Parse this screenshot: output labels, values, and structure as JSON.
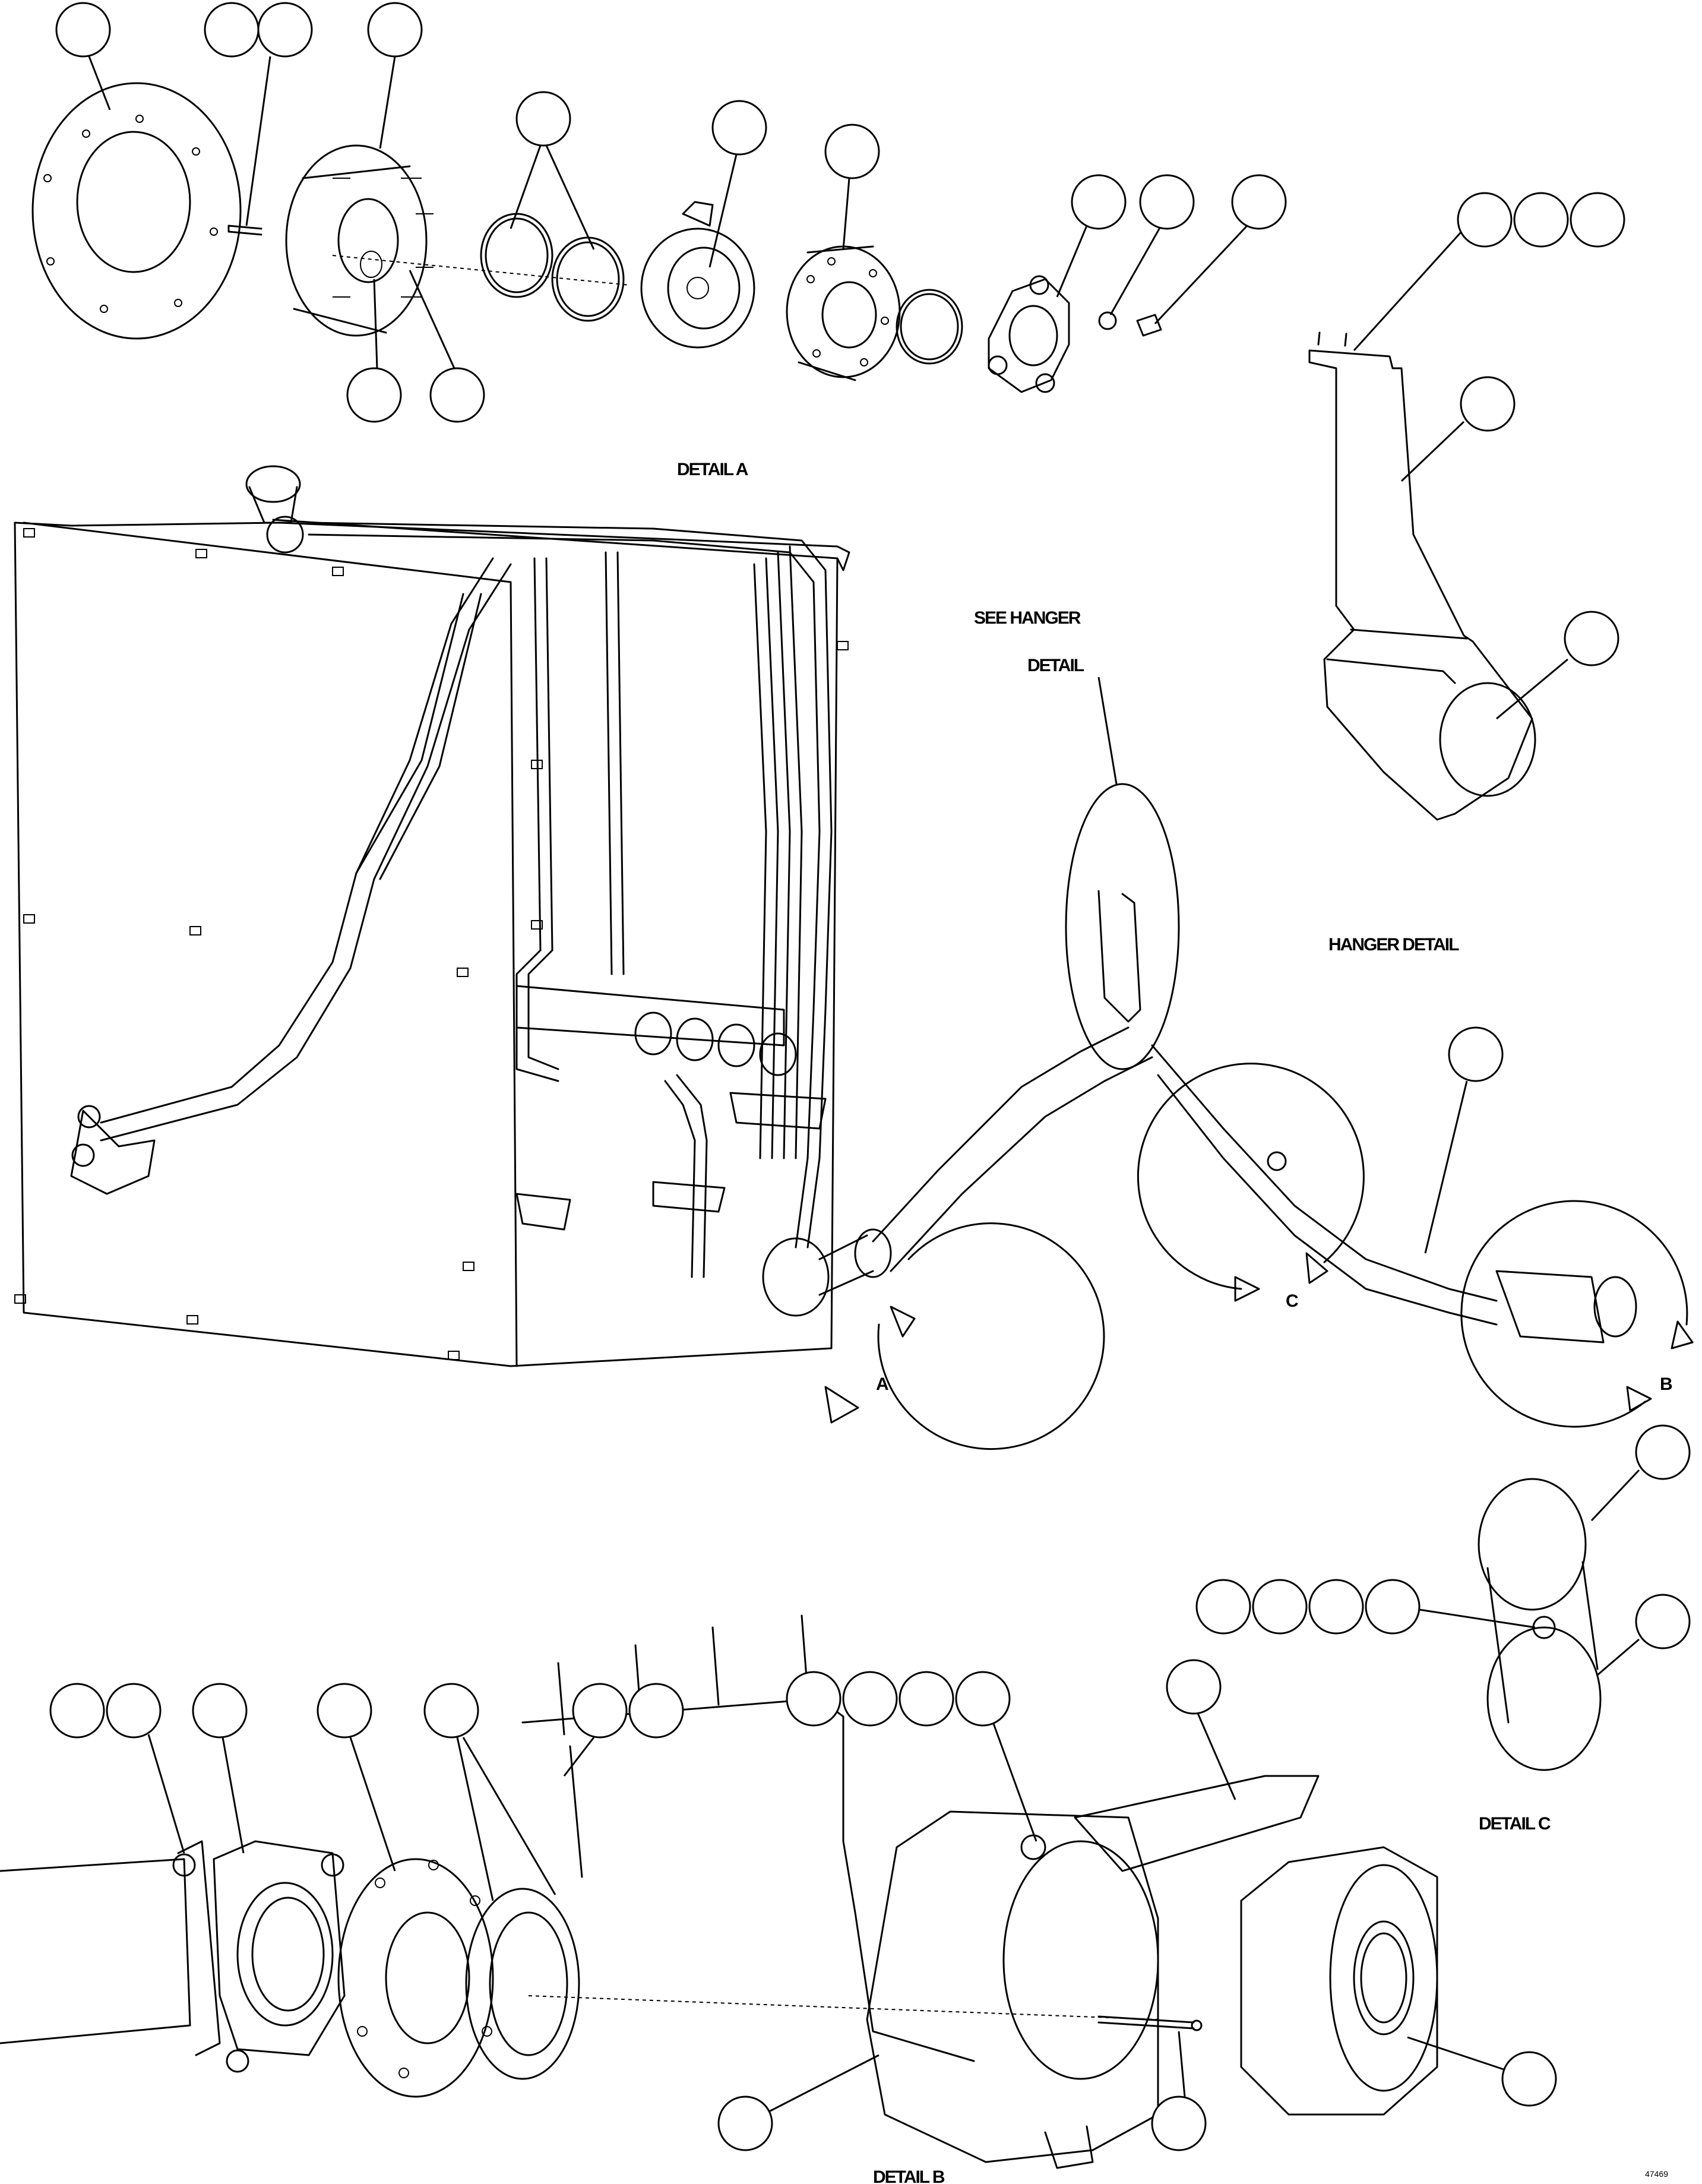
{
  "labels": {
    "detail_a": "DETAIL A",
    "see_hanger_1": "SEE HANGER",
    "see_hanger_2": "DETAIL",
    "hanger_detail": "HANGER DETAIL",
    "detail_b": "DETAIL B",
    "detail_c": "DETAIL C",
    "view_a": "A",
    "view_b": "B",
    "view_c": "C",
    "figure_id": "47469"
  },
  "colors": {
    "line": "#000000",
    "background": "#ffffff"
  }
}
